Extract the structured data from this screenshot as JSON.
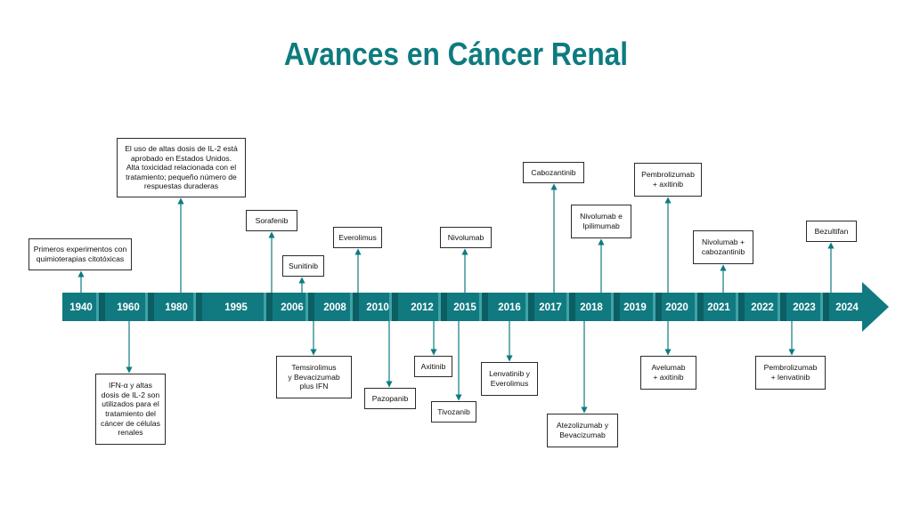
{
  "title": "Avances en Cáncer Renal",
  "colors": {
    "accent": "#0e7b7f",
    "band": "#107a80",
    "band_dark": "#0b5f63",
    "text": "#111111"
  },
  "years": [
    "1940",
    "1960",
    "1980",
    "1995",
    "2006",
    "2008",
    "2010",
    "2012",
    "2015",
    "2016",
    "2017",
    "2018",
    "2019",
    "2020",
    "2021",
    "2022",
    "2023",
    "2024"
  ],
  "events": [
    {
      "text": "Primeros experimentos con\nquimioterapias citotóxicas"
    },
    {
      "text": "El uso de altas dosis de IL-2 está\naprobado en Estados Unidos.\nAlta toxicidad relacionada con el\ntratamiento; pequeño número de\nrespuestas duraderas"
    },
    {
      "text": "Sorafenib"
    },
    {
      "text": "Sunitinib"
    },
    {
      "text": "Everolimus"
    },
    {
      "text": "Nivolumab"
    },
    {
      "text": "Cabozantinib"
    },
    {
      "text": "Nivolumab e\nIpilimumab"
    },
    {
      "text": "Pembrolizumab\n+ axitinib"
    },
    {
      "text": "Nivolumab +\ncabozantinib"
    },
    {
      "text": "Bezultifan"
    },
    {
      "text": "IFN-α y altas\ndosis de IL-2 son\nutilizados para el\ntratamiento del\ncáncer de células\nrenales"
    },
    {
      "text": "Temsirolimus\ny  Bevacizumab\nplus IFN"
    },
    {
      "text": "Pazopanib"
    },
    {
      "text": "Axitinib"
    },
    {
      "text": "Tivozanib"
    },
    {
      "text": "Lenvatinib y\nEverolimus"
    },
    {
      "text": "Atezolizumab y\nBevacizumab"
    },
    {
      "text": "Avelumab\n+ axitinib"
    },
    {
      "text": "Pembrolizumab\n+ lenvatinib"
    }
  ]
}
